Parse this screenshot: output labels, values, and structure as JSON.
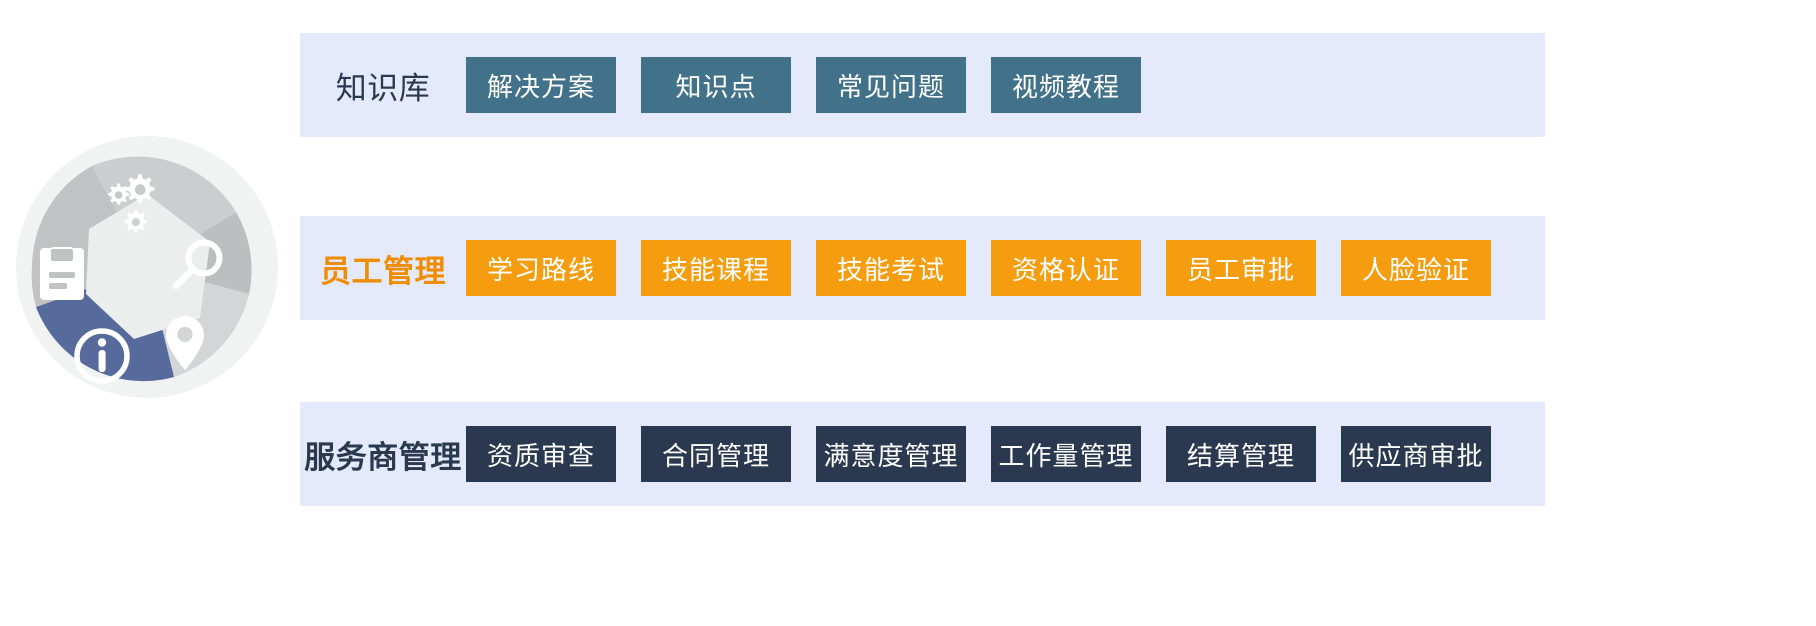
{
  "emblem": {
    "name": "segmented-circle-emblem",
    "segments": [
      {
        "name": "gear-segment",
        "color": "#c9cbcd",
        "icon": "gears-icon"
      },
      {
        "name": "search-segment",
        "color": "#bfc1c3",
        "icon": "magnifier-icon"
      },
      {
        "name": "location-segment",
        "color": "#d4d6d8",
        "icon": "map-pin-icon"
      },
      {
        "name": "info-segment",
        "color": "#566a9b",
        "icon": "info-circle-icon"
      },
      {
        "name": "save-segment",
        "color": "#b9bbbd",
        "icon": "floppy-disk-icon"
      },
      {
        "name": "center-segment",
        "color": "#eceded",
        "icon": "none"
      }
    ],
    "ring_color": "#f1f2f2"
  },
  "rows": [
    {
      "id": "knowledge",
      "label": "知识库",
      "label_color": "#2b3950",
      "band_color": "#e4eafc",
      "chip_color": "#42718a",
      "chips": [
        {
          "label": "解决方案"
        },
        {
          "label": "知识点"
        },
        {
          "label": "常见问题"
        },
        {
          "label": "视频教程"
        }
      ]
    },
    {
      "id": "staff",
      "label": "员工管理",
      "label_color": "#f08c00",
      "band_color": "#e4eafc",
      "chip_color": "#f59d0e",
      "chips": [
        {
          "label": "学习路线"
        },
        {
          "label": "技能课程"
        },
        {
          "label": "技能考试"
        },
        {
          "label": "资格认证"
        },
        {
          "label": "员工审批"
        },
        {
          "label": "人脸验证"
        }
      ]
    },
    {
      "id": "vendor",
      "label": "服务商管理",
      "label_color": "#2b3950",
      "band_color": "#e4eafc",
      "chip_color": "#2b3950",
      "chips": [
        {
          "label": "资质审查"
        },
        {
          "label": "合同管理"
        },
        {
          "label": "满意度管理"
        },
        {
          "label": "工作量管理"
        },
        {
          "label": "结算管理"
        },
        {
          "label": "供应商审批"
        }
      ]
    }
  ]
}
